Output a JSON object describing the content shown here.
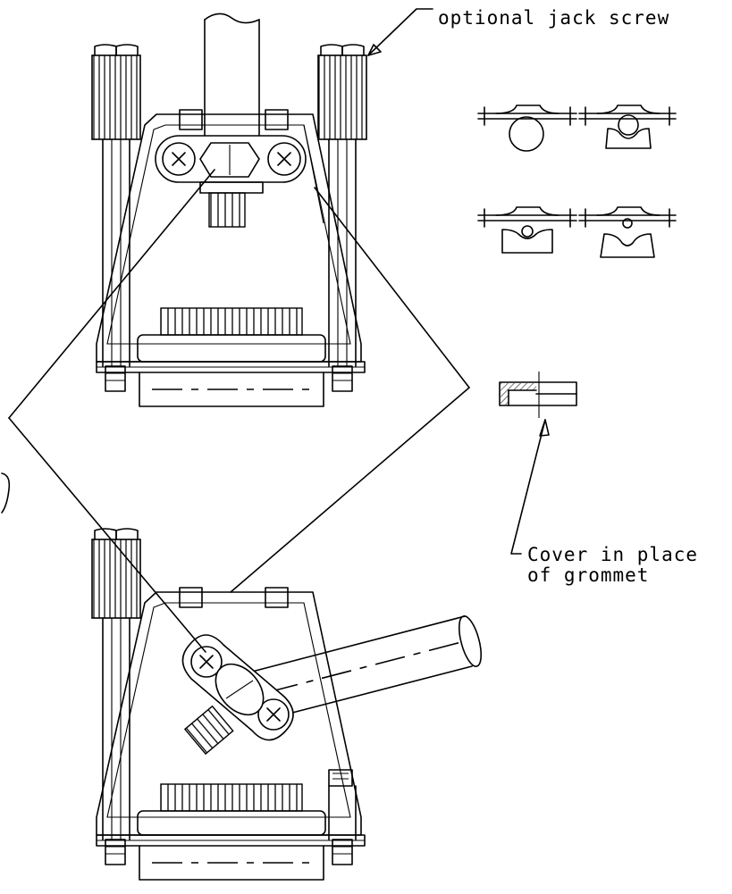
{
  "labels": {
    "jack_screw": "optional jack screw",
    "cover_line1": "Cover in place",
    "cover_line2": "of grommet"
  }
}
